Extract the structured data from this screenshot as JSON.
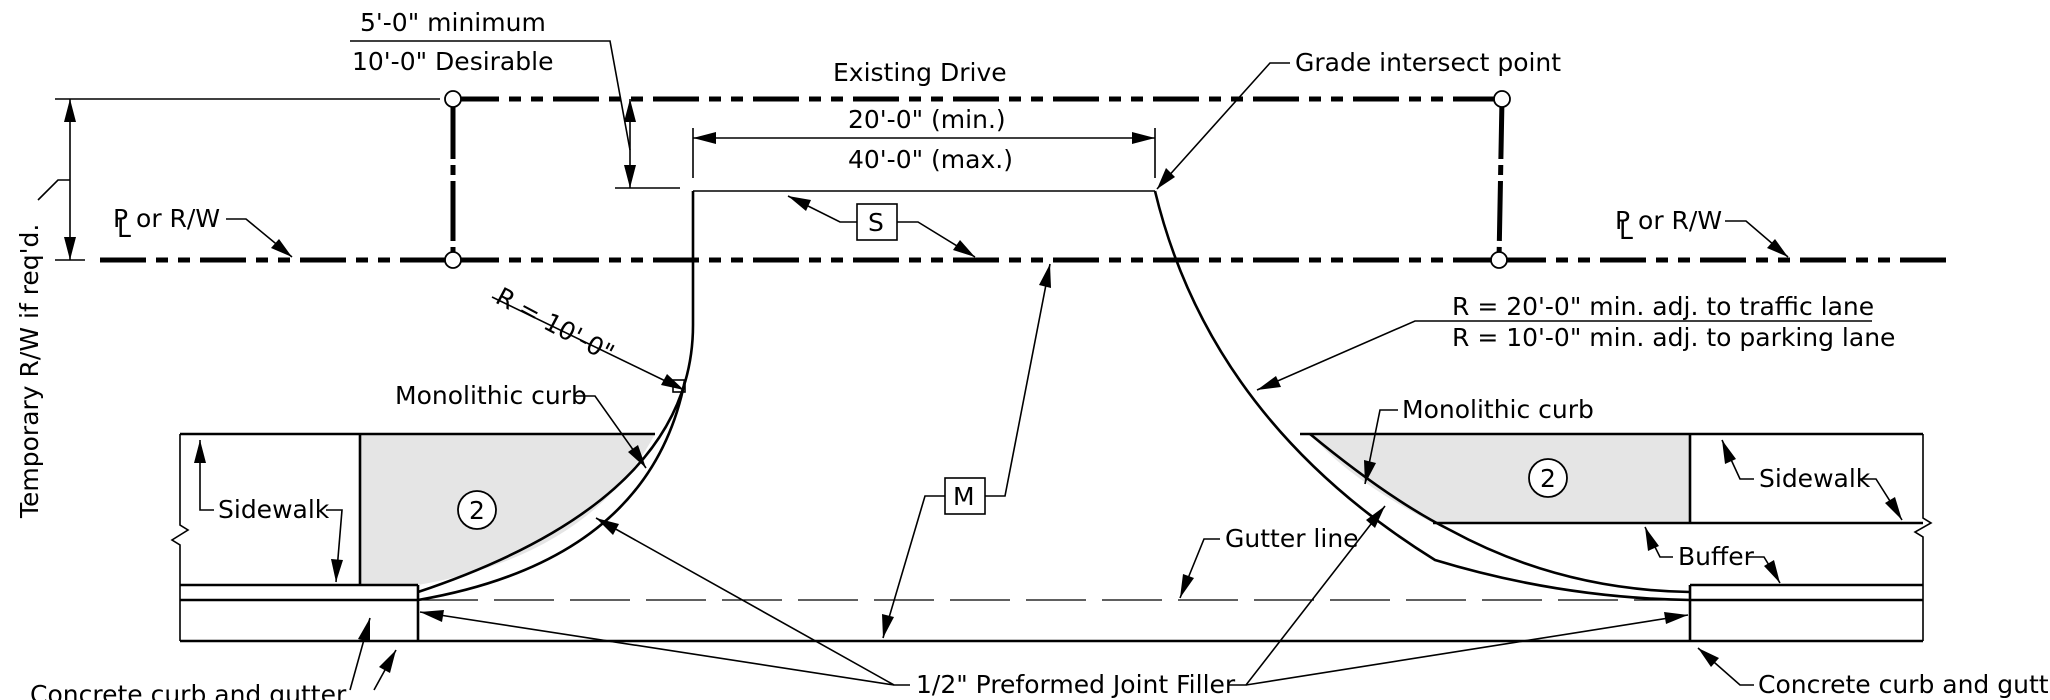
{
  "labels": {
    "setback_min": "5'-0\" minimum",
    "setback_desirable": "10'-0\" Desirable",
    "existing_drive": "Existing Drive",
    "drive_min": "20'-0\" (min.)",
    "drive_max": "40'-0\" (max.)",
    "grade_intersect": "Grade intersect point",
    "pl_rw_left": "P or R/W",
    "pl_rw_right": "P or R/W",
    "pl_subscript": "L",
    "temporary_rw": "Temporary R/W if req'd.",
    "s_tag": "S",
    "m_tag": "M",
    "radius_left": "R = 10'-0\"",
    "radius_traffic": "R = 20'-0\" min. adj. to traffic lane",
    "radius_parking": "R = 10'-0\" min. adj. to parking lane",
    "monolithic_curb_left": "Monolithic curb",
    "monolithic_curb_right": "Monolithic curb",
    "sidewalk_left": "Sidewalk",
    "sidewalk_right": "Sidewalk",
    "zone_left": "2",
    "zone_right": "2",
    "gutter_line": "Gutter line",
    "buffer": "Buffer",
    "joint_filler": "1/2\" Preformed Joint Filler",
    "curb_gutter_left": "Concrete curb and gutter",
    "curb_gutter_right": "Concrete curb and gutter"
  }
}
